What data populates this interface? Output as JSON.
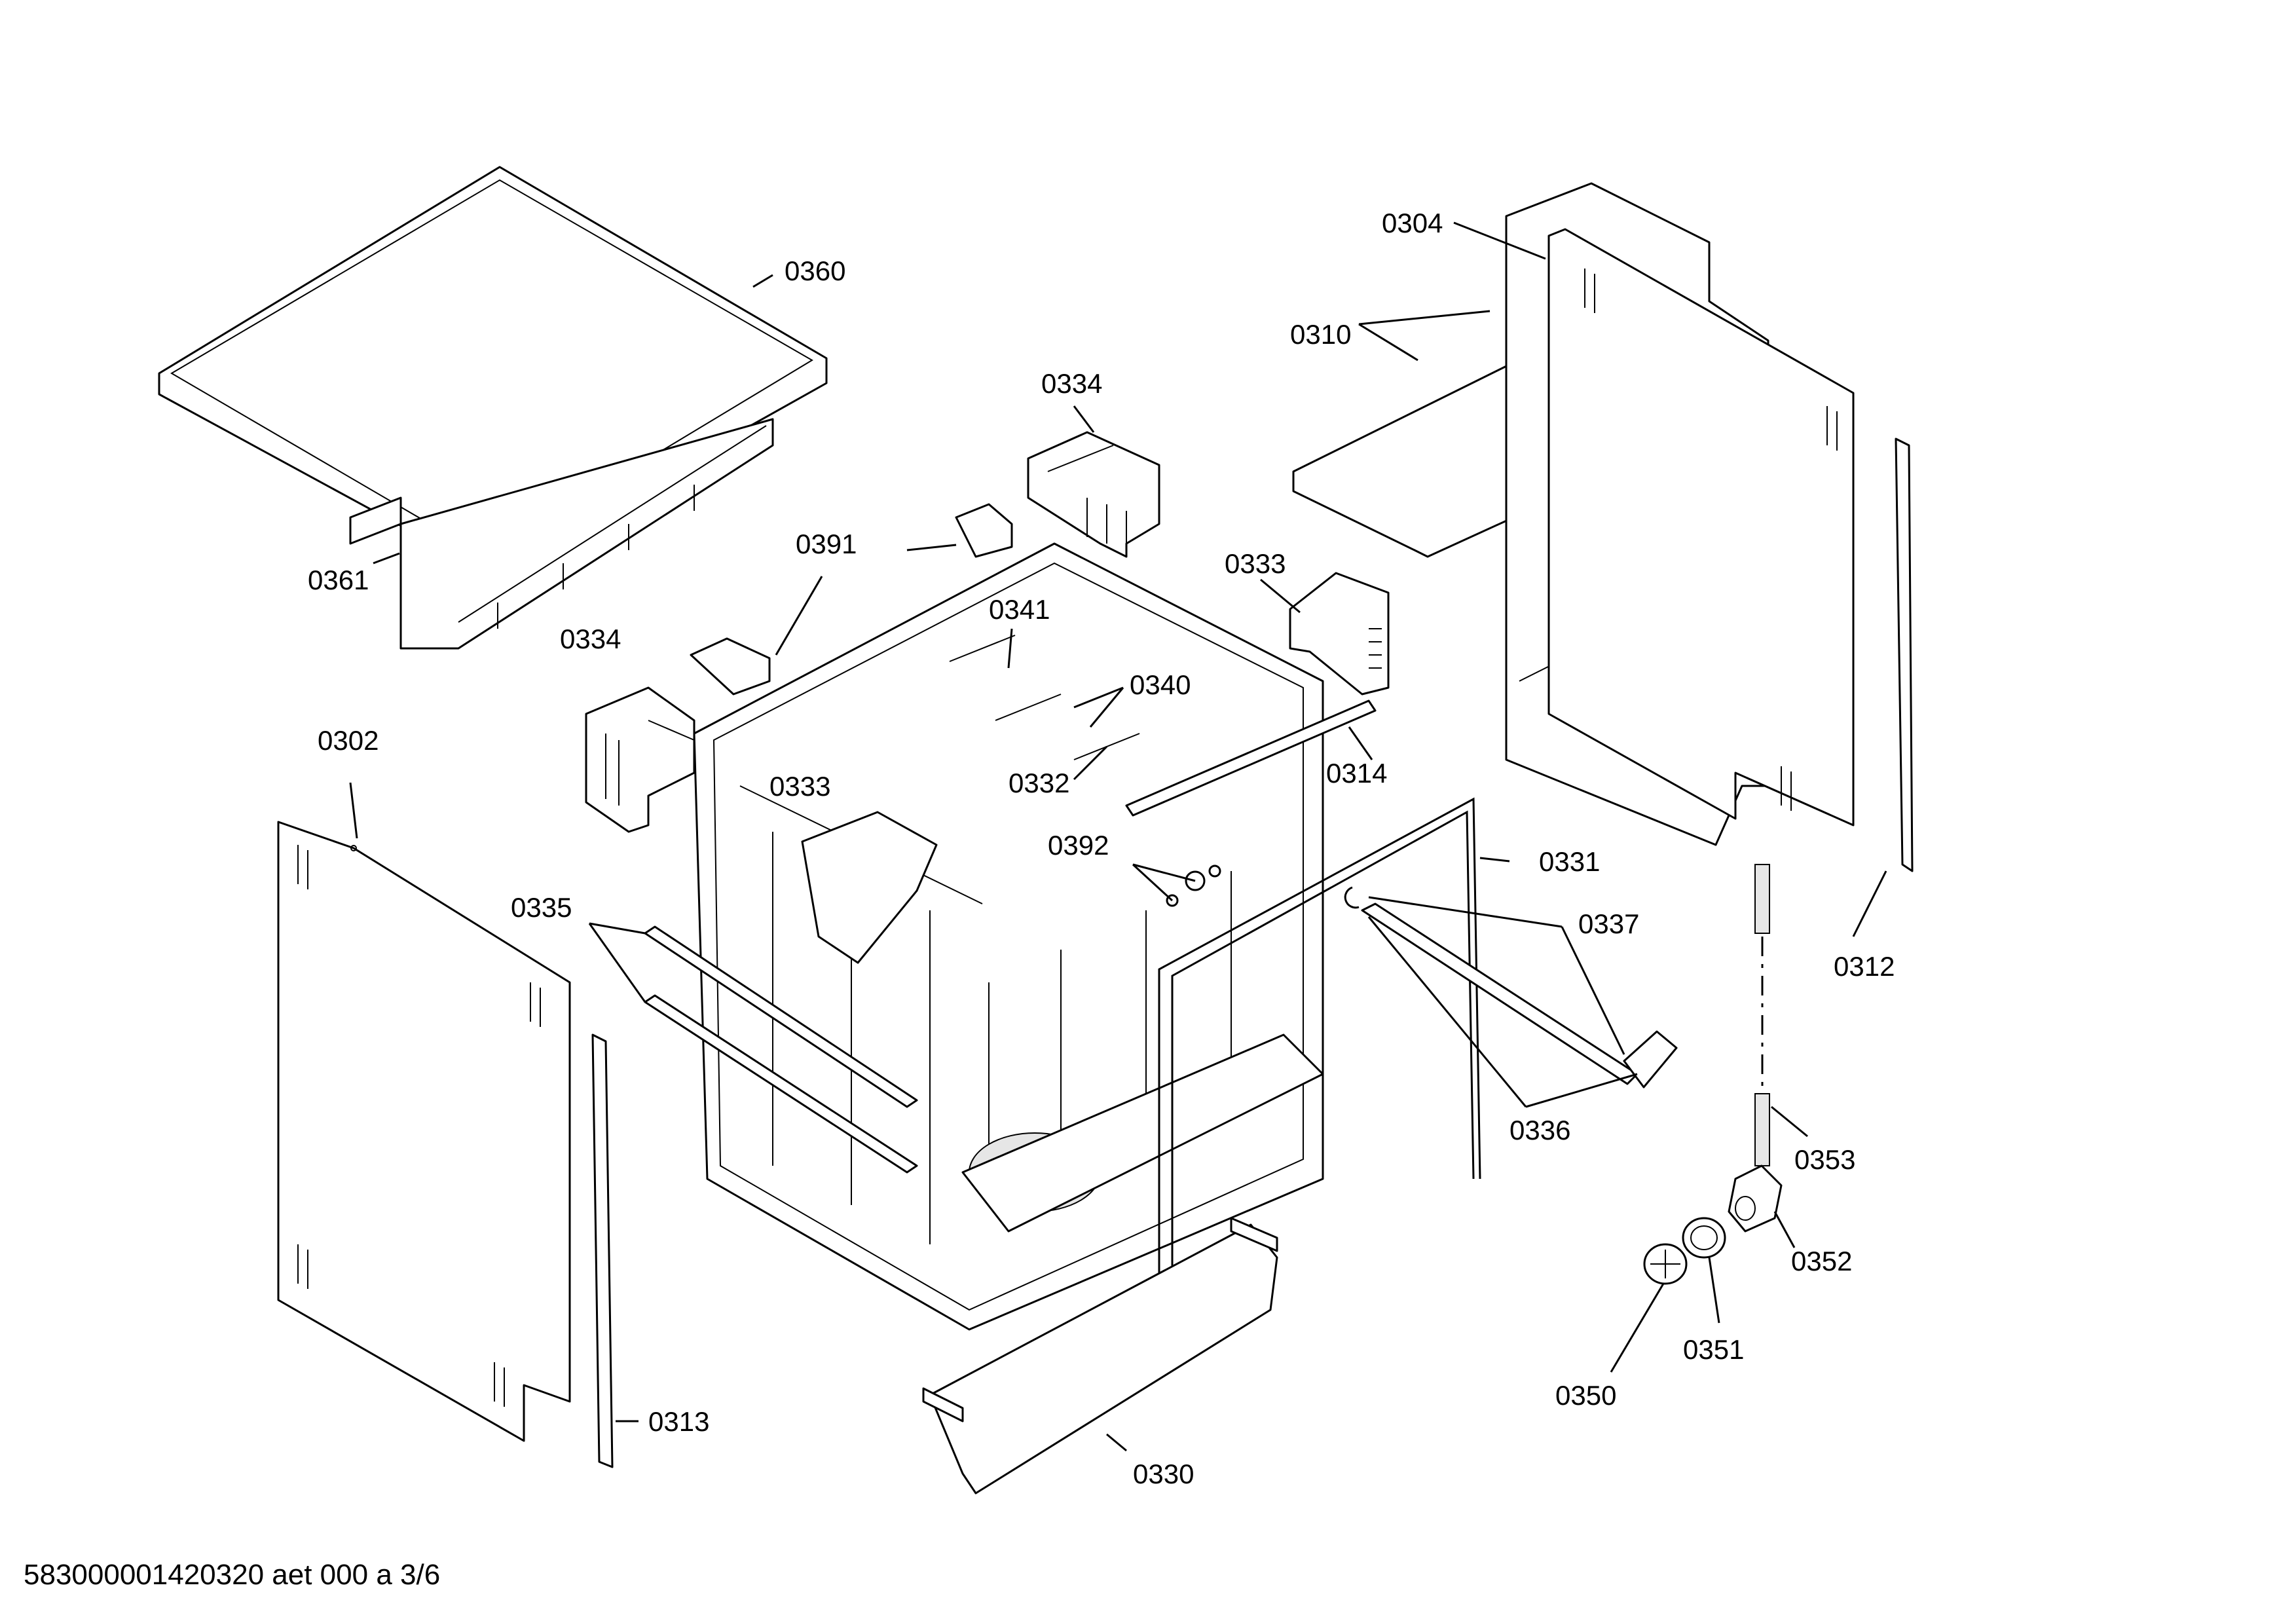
{
  "footer_code": "583000001420320 aet 000 a 3/6",
  "labels": {
    "p0360": "0360",
    "p0361": "0361",
    "p0334a": "0334",
    "p0334b": "0334",
    "p0391": "0391",
    "p0341": "0341",
    "p0340": "0340",
    "p0333a": "0333",
    "p0333b": "0333",
    "p0332": "0332",
    "p0392": "0392",
    "p0314": "0314",
    "p0302": "0302",
    "p0335": "0335",
    "p0313": "0313",
    "p0330": "0330",
    "p0331": "0331",
    "p0337": "0337",
    "p0336": "0336",
    "p0304": "0304",
    "p0310": "0310",
    "p0312": "0312",
    "p0353": "0353",
    "p0352": "0352",
    "p0351": "0351",
    "p0350": "0350"
  }
}
